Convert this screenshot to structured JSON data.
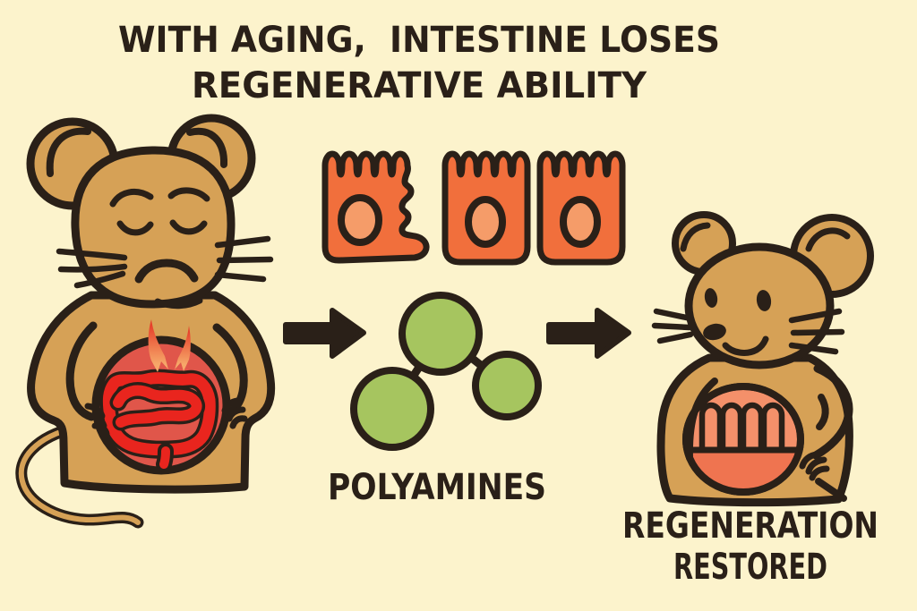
{
  "background_color": "#FCF3CC",
  "ink_color": "#2A2018",
  "title": {
    "line1": "WITH AGING,  INTESTINE LOSES",
    "line2": "REGENERATIVE ABILITY"
  },
  "flow": {
    "aged_mouse": {
      "description": "sad aged mouse with inflamed intestine",
      "fur_color": "#D6A156",
      "belly_color": "#E0564A",
      "intestine_color": "#E9251E",
      "flame_top_color": "#E63E2A",
      "flame_bottom_color": "#F6A869"
    },
    "damaged_crypts": {
      "count": 3,
      "damaged_count": 1,
      "tissue_color": "#F16F3C",
      "lumen_color": "#F59C69"
    },
    "polyamines": {
      "label": "POLYAMINES",
      "molecule_node_count": 3,
      "molecule_color": "#A6C55F"
    },
    "restored_mouse": {
      "description": "happy mouse with regenerated intestine",
      "label_line1": "REGENERATION",
      "label_line2": "RESTORED",
      "belly_color": "#F4906A"
    }
  }
}
